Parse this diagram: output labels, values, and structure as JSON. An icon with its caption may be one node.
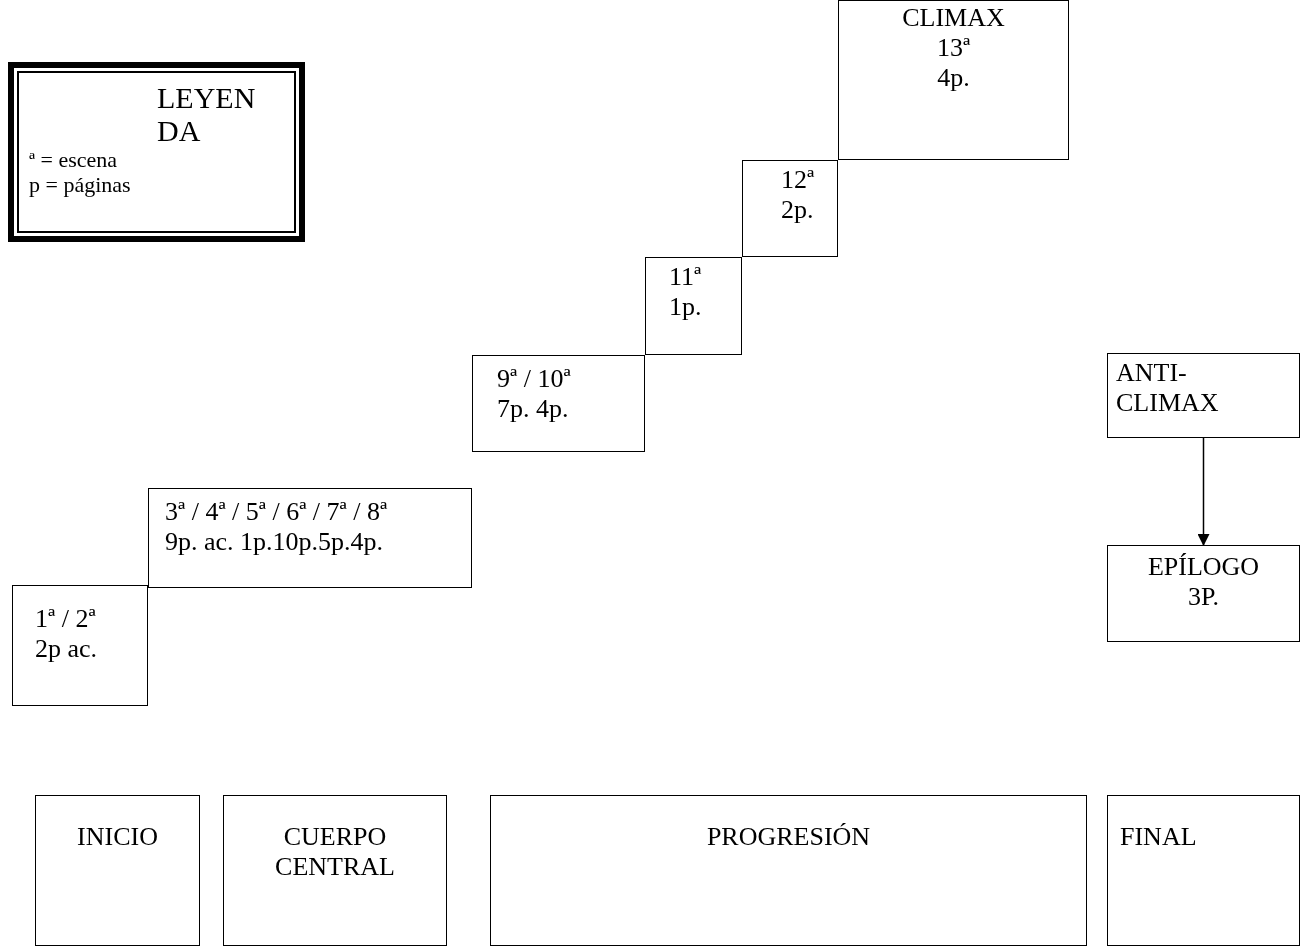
{
  "diagram": {
    "nodes": [
      {
        "text": [
          "LEYENDA",
          "ª = escena",
          "p = páginas"
        ]
      },
      {
        "text": [
          "CLIMAX",
          "13ª",
          "4p."
        ]
      },
      {
        "text": [
          "12ª",
          "2p."
        ]
      },
      {
        "text": [
          "11ª",
          "1p."
        ]
      },
      {
        "text": [
          "9ª / 10ª",
          "7p. 4p."
        ]
      },
      {
        "text": [
          "3ª / 4ª / 5ª / 6ª / 7ª / 8ª",
          "9p. ac.  1p.10p.5p.4p."
        ]
      },
      {
        "text": [
          "1ª / 2ª",
          "2p ac."
        ]
      },
      {
        "text": [
          "ANTI- CLIMAX"
        ]
      },
      {
        "text": [
          "EPÍLOGO",
          "3P."
        ]
      },
      {
        "text": [
          "INICIO"
        ]
      },
      {
        "text": [
          "CUERPO CENTRAL"
        ]
      },
      {
        "text": [
          "PROGRESIÓN"
        ]
      },
      {
        "text": [
          "FINAL"
        ]
      }
    ],
    "edges": [
      {
        "from": 7,
        "to": 8,
        "arrow": "to"
      }
    ]
  }
}
